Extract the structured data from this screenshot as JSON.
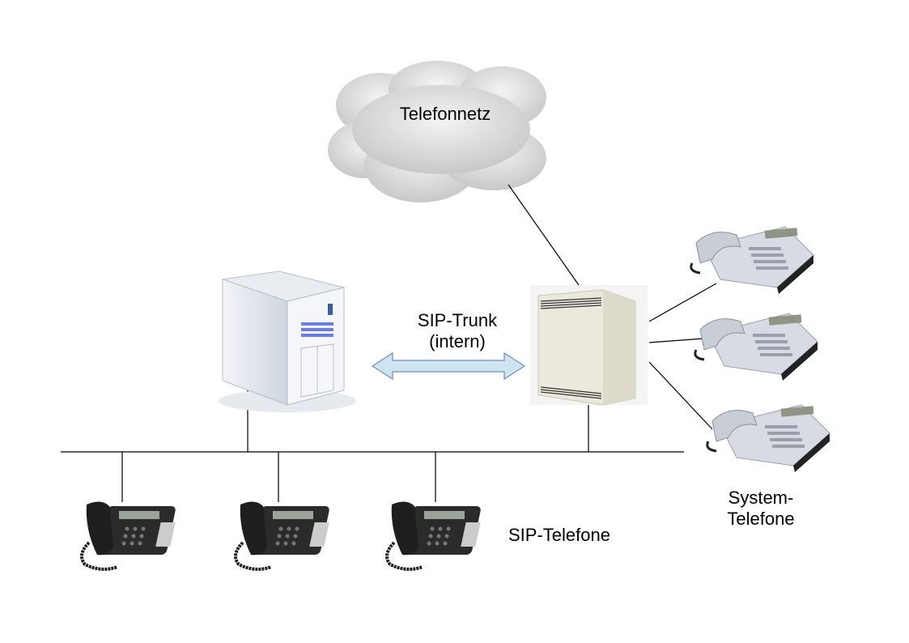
{
  "cloud": {
    "label": "Telefonnetz"
  },
  "trunk": {
    "line1": "SIP-Trunk",
    "line2": "(intern)"
  },
  "system_phones": {
    "line1": "System-",
    "line2": "Telefone"
  },
  "sip_phones": {
    "label": "SIP-Telefone"
  },
  "colors": {
    "arrow_fill": "#cfe4f3",
    "arrow_stroke": "#6f8fb0",
    "cloud": "#d9d9d9",
    "sip_phone": "#2b2b2b",
    "system_phone": "#d8dbe3"
  }
}
